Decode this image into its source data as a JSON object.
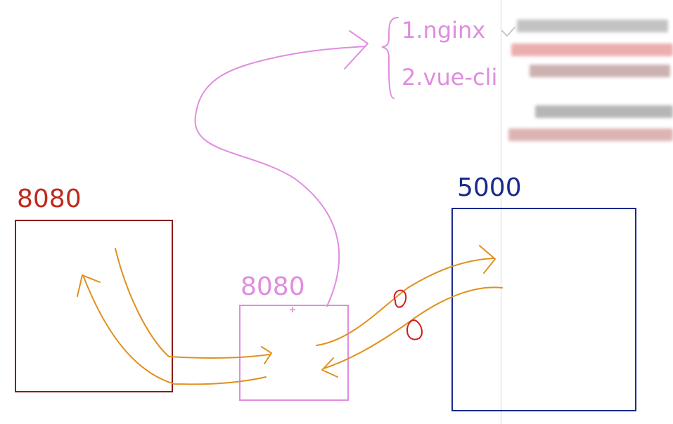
{
  "labels": {
    "left_server": "8080",
    "middle_server": "8080",
    "right_server": "5000",
    "option_1": "1.nginx",
    "option_2": "2.vue-cli"
  },
  "colors": {
    "left_box": "#8b1a1a",
    "left_label": "#c0281e",
    "middle_box": "#e08ce0",
    "right_box": "#1a2a8c",
    "arrows": "#e0901e",
    "proxy_curve": "#e08ce0",
    "blocked_marks": "#d21e1e",
    "divider": "#d6d6d6"
  }
}
